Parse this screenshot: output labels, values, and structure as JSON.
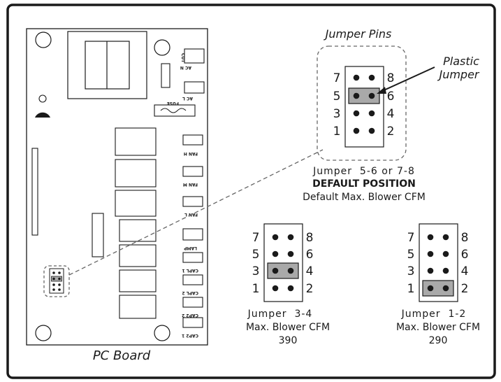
{
  "labels": {
    "jumper_pins": "Jumper Pins",
    "plastic_jumper_line1": "Plastic",
    "plastic_jumper_line2": "Jumper",
    "pc_board": "PC Board",
    "default_caption": "Jumper  5-6 or 7-8",
    "default_position": "DEFAULT POSITION",
    "default_desc": "Default Max. Blower CFM",
    "mid_caption": "Jumper  3-4",
    "mid_desc": "Max. Blower CFM",
    "mid_value": "390",
    "right_caption": "Jumper  1-2",
    "right_desc": "Max. Blower CFM",
    "right_value": "290"
  },
  "pin_numbers": {
    "left": [
      "7",
      "5",
      "3",
      "1"
    ],
    "right": [
      "8",
      "6",
      "4",
      "2"
    ]
  },
  "board_labels": {
    "cut": "CUT",
    "ac_n": "AC N",
    "ac_l": "AC L",
    "fuse": "FUSE",
    "fan_h": "FAN H",
    "fan_m": "FAN M",
    "fan_l": "FAN L",
    "lamp": "LAMP",
    "capl_1": "CAPL 1",
    "capl_2": "CAPL 2",
    "cap2_2": "CAP2 2",
    "cap2_1": "CAP2 1"
  },
  "jumper_blocks": {
    "default": {
      "jumpered_row": 2,
      "pair": "5-6"
    },
    "mid": {
      "jumpered_row": 3,
      "pair": "3-4"
    },
    "right": {
      "jumpered_row": 4,
      "pair": "1-2"
    }
  },
  "colors": {
    "line": "#1a1a1a",
    "jumper_fill": "#a9a9a9",
    "dashed": "#666666"
  }
}
